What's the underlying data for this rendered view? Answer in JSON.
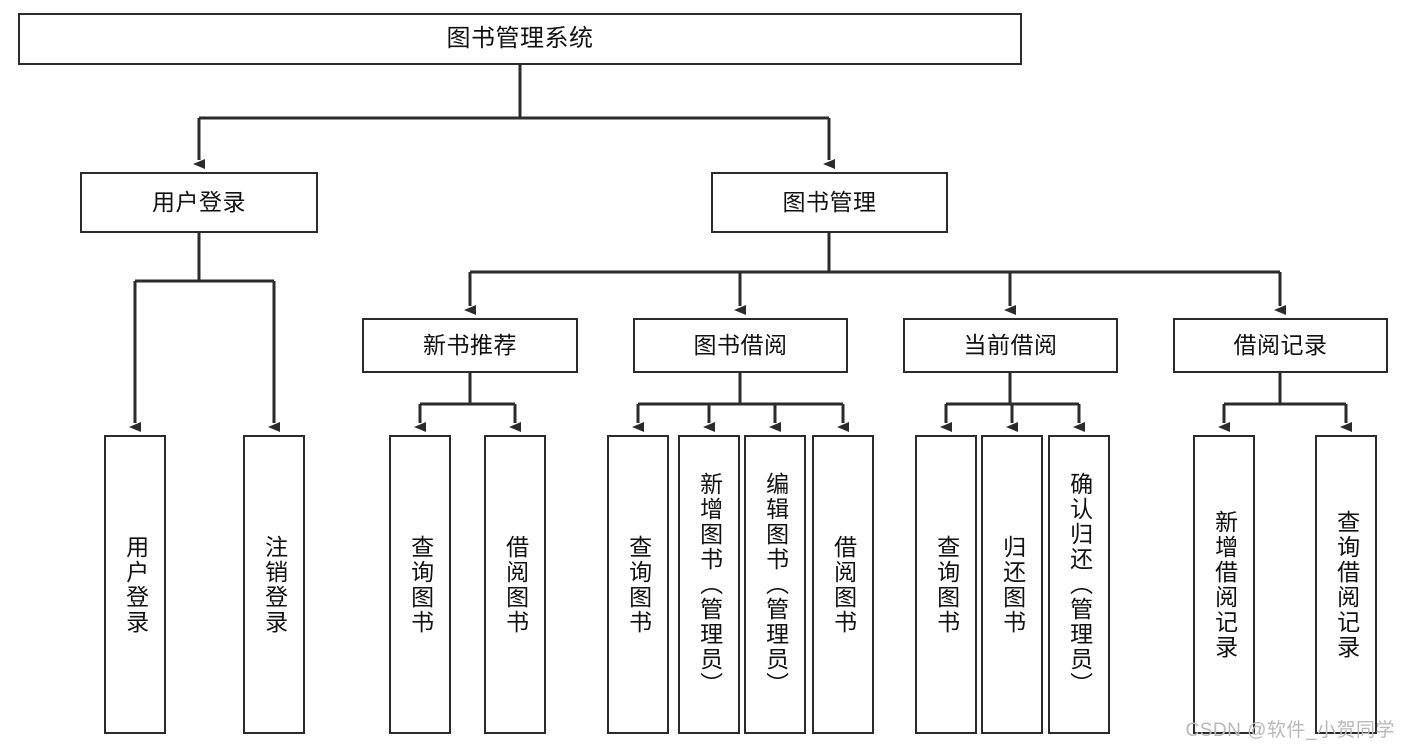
{
  "diagram": {
    "title": "图书管理系统",
    "type": "tree-hierarchy-chart",
    "watermark": "CSDN @软件_小贺同学",
    "colors": {
      "box_border": "#2b2b2b",
      "box_fill": "#ffffff",
      "connector": "#2b2b2b",
      "text": "#111111",
      "watermark": "#b9b9b9"
    },
    "nodes": {
      "root": {
        "label": "图书管理系统"
      },
      "level1": [
        {
          "id": "user-login",
          "label": "用户登录"
        },
        {
          "id": "book-management",
          "label": "图书管理"
        }
      ],
      "level2": [
        {
          "id": "new-book-recommend",
          "label": "新书推荐"
        },
        {
          "id": "book-borrow",
          "label": "图书借阅"
        },
        {
          "id": "current-borrow",
          "label": "当前借阅"
        },
        {
          "id": "borrow-record",
          "label": "借阅记录"
        }
      ],
      "leaves": {
        "user_login": [
          {
            "id": "leaf-user-login",
            "label": "用户登录"
          },
          {
            "id": "leaf-logout",
            "label": "注销登录"
          }
        ],
        "new_book_recommend": [
          {
            "id": "leaf-query-book-1",
            "label": "查询图书"
          },
          {
            "id": "leaf-borrow-book-1",
            "label": "借阅图书"
          }
        ],
        "book_borrow": [
          {
            "id": "leaf-query-book-2",
            "label": "查询图书"
          },
          {
            "id": "leaf-add-book",
            "label": "新增图书（管理员）"
          },
          {
            "id": "leaf-edit-book",
            "label": "编辑图书（管理员）"
          },
          {
            "id": "leaf-borrow-book-2",
            "label": "借阅图书"
          }
        ],
        "current_borrow": [
          {
            "id": "leaf-query-book-3",
            "label": "查询图书"
          },
          {
            "id": "leaf-return-book",
            "label": "归还图书"
          },
          {
            "id": "leaf-confirm-return",
            "label": "确认归还（管理员）"
          }
        ],
        "borrow_record": [
          {
            "id": "leaf-add-record",
            "label": "新增借阅记录"
          },
          {
            "id": "leaf-query-record",
            "label": "查询借阅记录"
          }
        ]
      }
    }
  }
}
